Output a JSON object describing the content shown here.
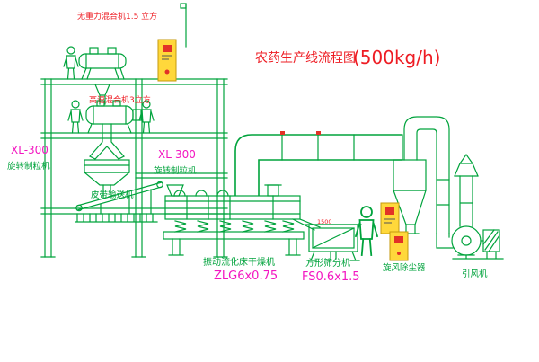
{
  "title": {
    "main": "农药生产线流程图",
    "capacity": "(500kg/h)"
  },
  "labels": {
    "gravity_mixer": "无重力混合机1.5 立方",
    "high_speed_mixer": "高速混合机3立方",
    "granulator_left_model": "XL-300",
    "granulator_left_name": "旋转制粒机",
    "granulator_mid_model": "XL-300",
    "granulator_mid_name": "旋转制粒机",
    "belt_conveyor": "皮带输送机",
    "dryer_name": "振动流化床干燥机",
    "dryer_model": "ZLG6x0.75",
    "sieve_dim": "1500",
    "sieve_name": "方形筛分机",
    "sieve_model": "FS0.6x1.5",
    "cyclone_name": "旋风除尘器",
    "fan_name": "引风机"
  },
  "colors": {
    "c-green": "#00A33C",
    "c-red": "#EE1C23",
    "c-magenta": "#F316C1",
    "c-yellow": "#FFD83B",
    "c-yellow-border": "#C49A0E",
    "c-emblem": "#E23227"
  }
}
